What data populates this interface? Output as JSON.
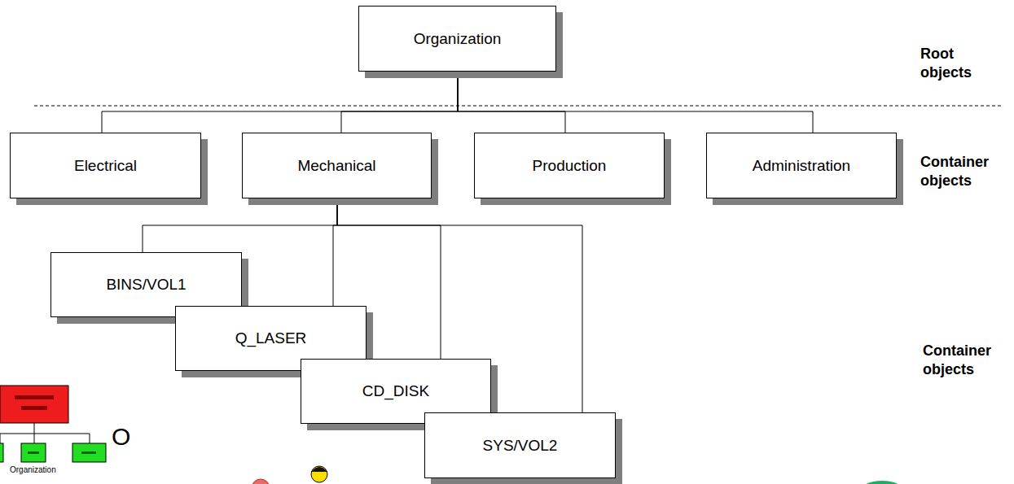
{
  "diagram": {
    "nodes": [
      {
        "text": [
          "Organization"
        ]
      },
      {
        "text": [
          "Electrical"
        ]
      },
      {
        "text": [
          "Mechanical"
        ]
      },
      {
        "text": [
          "Production"
        ]
      },
      {
        "text": [
          "Administration"
        ]
      },
      {
        "text": [
          "BINS/VOL1"
        ]
      },
      {
        "text": [
          "Q_LASER"
        ]
      },
      {
        "text": [
          "CD_DISK"
        ]
      },
      {
        "text": [
          "SYS/VOL2"
        ]
      }
    ],
    "edges": [
      {
        "from": 0,
        "to": 1,
        "arrow": "none"
      },
      {
        "from": 0,
        "to": 2,
        "arrow": "none"
      },
      {
        "from": 0,
        "to": 3,
        "arrow": "none"
      },
      {
        "from": 0,
        "to": 4,
        "arrow": "none"
      },
      {
        "from": 2,
        "to": 5,
        "arrow": "none"
      },
      {
        "from": 2,
        "to": 6,
        "arrow": "none"
      },
      {
        "from": 2,
        "to": 7,
        "arrow": "none"
      },
      {
        "from": 2,
        "to": 8,
        "arrow": "none"
      }
    ],
    "labels": [
      "Root objects",
      "Container objects",
      "Container objects",
      "O",
      "Organization"
    ]
  }
}
